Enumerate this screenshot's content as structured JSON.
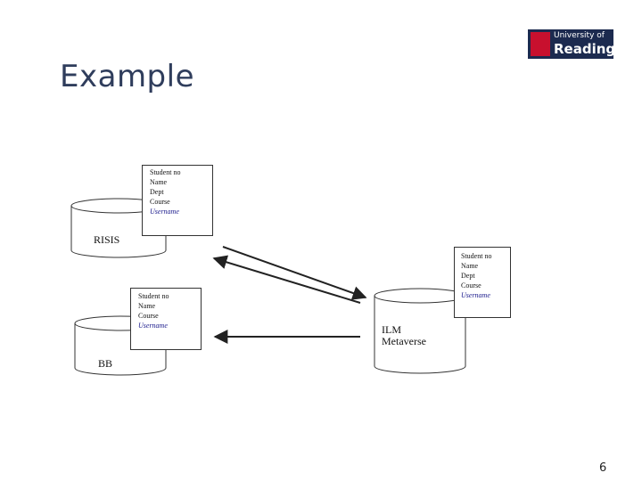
{
  "slide": {
    "title": "Example",
    "page_number": "6"
  },
  "logo": {
    "line1": "University of",
    "line2": "Reading"
  },
  "diagram": {
    "risis": {
      "label": "RISIS",
      "fields": [
        "Student no",
        "Name",
        "Dept",
        "Course",
        "Username"
      ]
    },
    "ilm": {
      "label_line1": "ILM",
      "label_line2": "Metaverse",
      "fields": [
        "Student no",
        "Name",
        "Dept",
        "Course",
        "Username"
      ]
    },
    "bb": {
      "label": "BB",
      "fields": [
        "Student no",
        "Name",
        "Course",
        "Username"
      ]
    }
  },
  "colors": {
    "title": "#2f3d5c",
    "logo_bg": "#1c2a4f",
    "logo_shield": "#c8102e",
    "username_text": "#1a1a8c"
  }
}
